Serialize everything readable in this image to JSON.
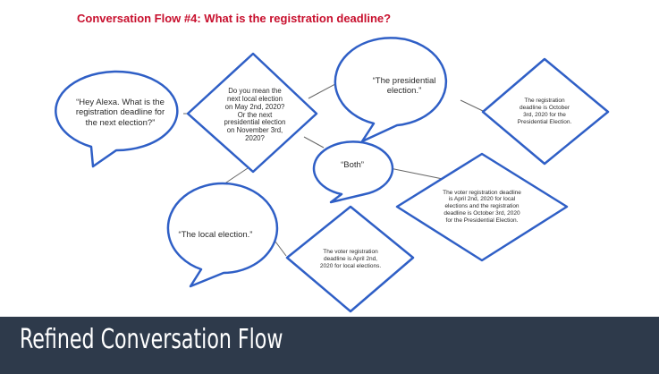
{
  "title": "Conversation Flow #4: What is the registration deadline?",
  "footer_title": "Refined Conversation Flow",
  "colors": {
    "title": "#c8102e",
    "stroke": "#2f5fc6",
    "footer_bg": "#2e3a4b",
    "footer_text": "#ffffff",
    "connector": "#555555"
  },
  "nodes": {
    "user_question": "“Hey Alexa. What is the registration deadline for the next election?”",
    "clarify_question": "Do you mean the next local election on May 2nd, 2020? Or the next presidential election on November 3rd, 2020?",
    "presidential_reply": "“The presidential election.”",
    "presidential_answer": "The registration deadline is October 3rd, 2020 for the Presidential Election.",
    "both_reply": "“Both”",
    "both_answer": "The voter registration deadline is April 2nd, 2020 for local elections and the registration deadline is October 3rd, 2020 for the Presidential Election.",
    "local_reply": "“The local election.”",
    "local_answer": "The voter registration deadline is April 2nd, 2020 for local elections."
  }
}
